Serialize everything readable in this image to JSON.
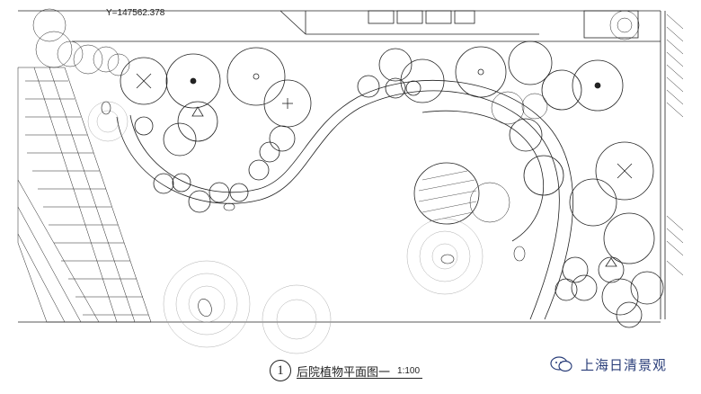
{
  "coordinate_label": "Y=147562.378",
  "caption": {
    "number": "1",
    "title": "后院植物平面图一",
    "scale": "1:100"
  },
  "brand": {
    "name": "上海日清景观",
    "icon": "wechat-icon"
  },
  "colors": {
    "line": "#222222",
    "brand": "#2b3f7a"
  }
}
